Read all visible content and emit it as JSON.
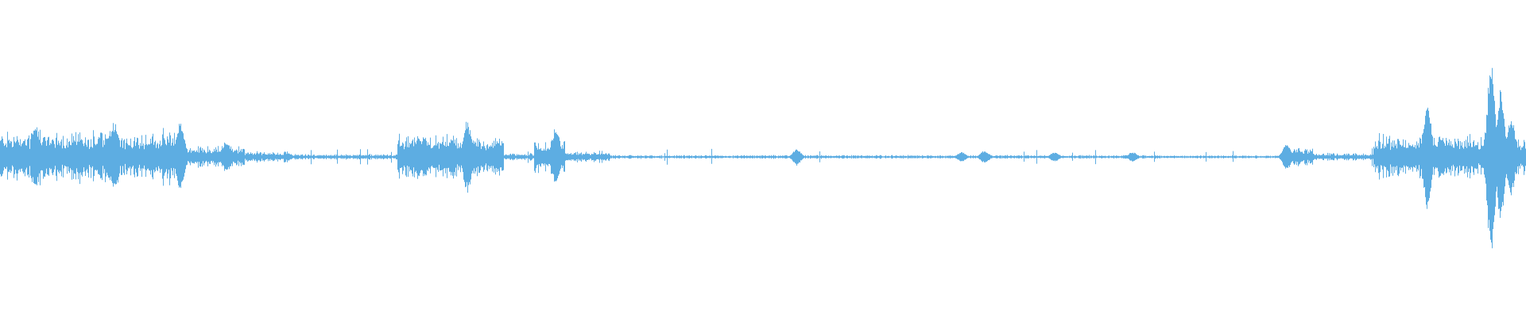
{
  "waveform": {
    "color": "#5dade2",
    "background": "#ffffff",
    "segments": [
      {
        "start": 0.0,
        "end": 0.12,
        "amp": 0.14
      },
      {
        "start": 0.12,
        "end": 0.16,
        "amp": 0.06
      },
      {
        "start": 0.16,
        "end": 0.19,
        "amp": 0.03
      },
      {
        "start": 0.19,
        "end": 0.26,
        "amp": 0.015
      },
      {
        "start": 0.26,
        "end": 0.33,
        "amp": 0.12
      },
      {
        "start": 0.33,
        "end": 0.35,
        "amp": 0.02
      },
      {
        "start": 0.35,
        "end": 0.37,
        "amp": 0.09
      },
      {
        "start": 0.37,
        "end": 0.4,
        "amp": 0.03
      },
      {
        "start": 0.4,
        "end": 0.52,
        "amp": 0.01
      },
      {
        "start": 0.52,
        "end": 0.68,
        "amp": 0.01
      },
      {
        "start": 0.68,
        "end": 0.76,
        "amp": 0.01
      },
      {
        "start": 0.76,
        "end": 0.84,
        "amp": 0.008
      },
      {
        "start": 0.84,
        "end": 0.86,
        "amp": 0.05
      },
      {
        "start": 0.86,
        "end": 0.9,
        "amp": 0.02
      },
      {
        "start": 0.9,
        "end": 0.975,
        "amp": 0.12
      },
      {
        "start": 0.975,
        "end": 1.0,
        "amp": 0.1
      }
    ],
    "spikes": [
      {
        "pos": 0.023,
        "amp": 0.2
      },
      {
        "pos": 0.075,
        "amp": 0.22
      },
      {
        "pos": 0.118,
        "amp": 0.22
      },
      {
        "pos": 0.148,
        "amp": 0.1
      },
      {
        "pos": 0.278,
        "amp": 0.12
      },
      {
        "pos": 0.296,
        "amp": 0.12
      },
      {
        "pos": 0.306,
        "amp": 0.22
      },
      {
        "pos": 0.364,
        "amp": 0.18
      },
      {
        "pos": 0.522,
        "amp": 0.05
      },
      {
        "pos": 0.63,
        "amp": 0.03
      },
      {
        "pos": 0.645,
        "amp": 0.04
      },
      {
        "pos": 0.691,
        "amp": 0.03
      },
      {
        "pos": 0.742,
        "amp": 0.03
      },
      {
        "pos": 0.843,
        "amp": 0.08
      },
      {
        "pos": 0.935,
        "amp": 0.33
      },
      {
        "pos": 0.977,
        "amp": 0.6
      },
      {
        "pos": 0.983,
        "amp": 0.4
      },
      {
        "pos": 0.99,
        "amp": 0.25
      }
    ]
  }
}
